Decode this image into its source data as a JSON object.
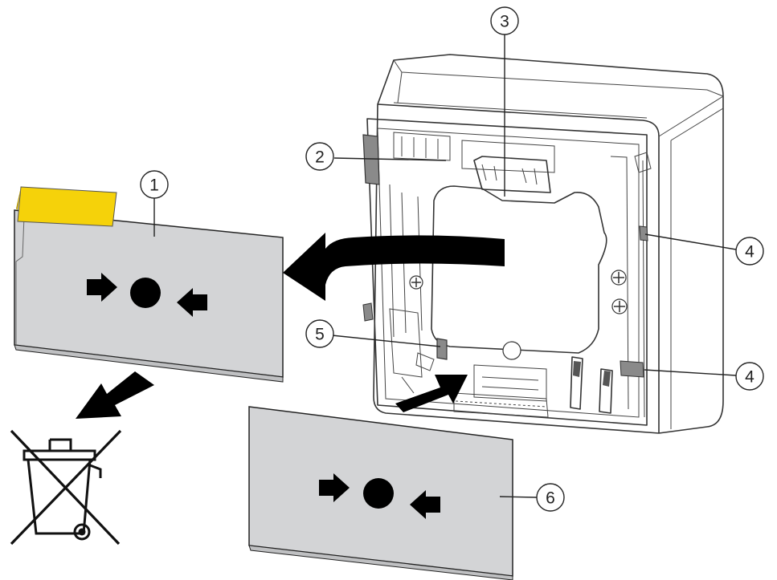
{
  "callouts": [
    {
      "label": "1"
    },
    {
      "label": "2"
    },
    {
      "label": "3"
    },
    {
      "label": "4"
    },
    {
      "label": "4"
    },
    {
      "label": "5"
    },
    {
      "label": "6"
    }
  ],
  "colors": {
    "pull_tab": "#f5d20a",
    "glass_panel": "#d3d4d6",
    "symbol": "#000000",
    "housing_outline": "#333333"
  },
  "icons": [
    "arrow-right-icon",
    "circle-dot-icon",
    "arrow-left-icon",
    "crossed-out-wheelie-bin-icon"
  ]
}
